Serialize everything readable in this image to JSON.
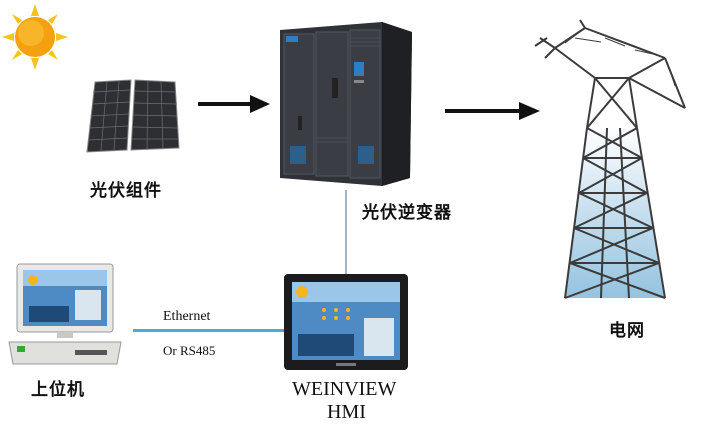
{
  "labels": {
    "solar_module": "光伏组件",
    "inverter": "光伏逆变器",
    "grid": "电网",
    "host_pc": "上位机",
    "hmi_line1": "WEINVIEW",
    "hmi_line2": "HMI",
    "link_line1": "Ethernet",
    "link_line2": "Or RS485"
  },
  "colors": {
    "sun": "#f5a10f",
    "arrow": "#111111",
    "link_line": "#4fa8d8",
    "inverter_body": "#3a3d44",
    "tower_steel": "#3b3b3b",
    "sky": "#7ab4d8"
  },
  "icons": [
    "sun-icon",
    "solar-panel-icon",
    "inverter-icon",
    "power-tower-icon",
    "computer-icon",
    "hmi-panel-icon"
  ]
}
